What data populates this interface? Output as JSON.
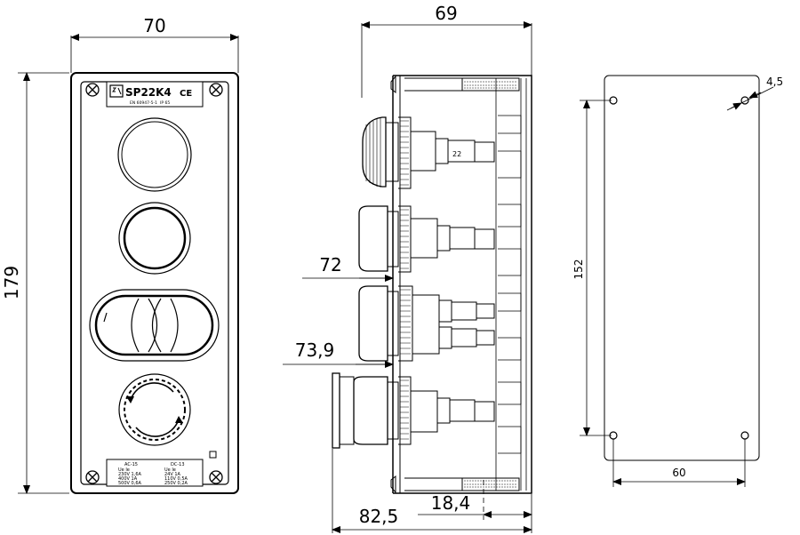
{
  "front_view": {
    "width_dim": "70",
    "height_dim": "179",
    "label_model": "SP22K4",
    "label_ce": "CE",
    "label_small_left": "EN 60947-5-1",
    "label_small_right": "IP 65",
    "rating_left_title": "AC-15",
    "rating_right_title": "DC-13",
    "rating_left_rows": [
      "Ue  Ie",
      "230V 1,6A",
      "400V 1A",
      "500V 0,6A"
    ],
    "rating_right_rows": [
      "Ue  Ie",
      "24V 1A",
      "110V 0,5A",
      "250V 0,2A"
    ]
  },
  "side_view": {
    "top_dim": "69",
    "dim_72": "72",
    "dim_73_9": "73,9",
    "dim_82_5": "82,5",
    "dim_18_4": "18,4"
  },
  "mount_view": {
    "hole_dim": "4,5",
    "height_dim": "152",
    "width_dim": "60"
  }
}
